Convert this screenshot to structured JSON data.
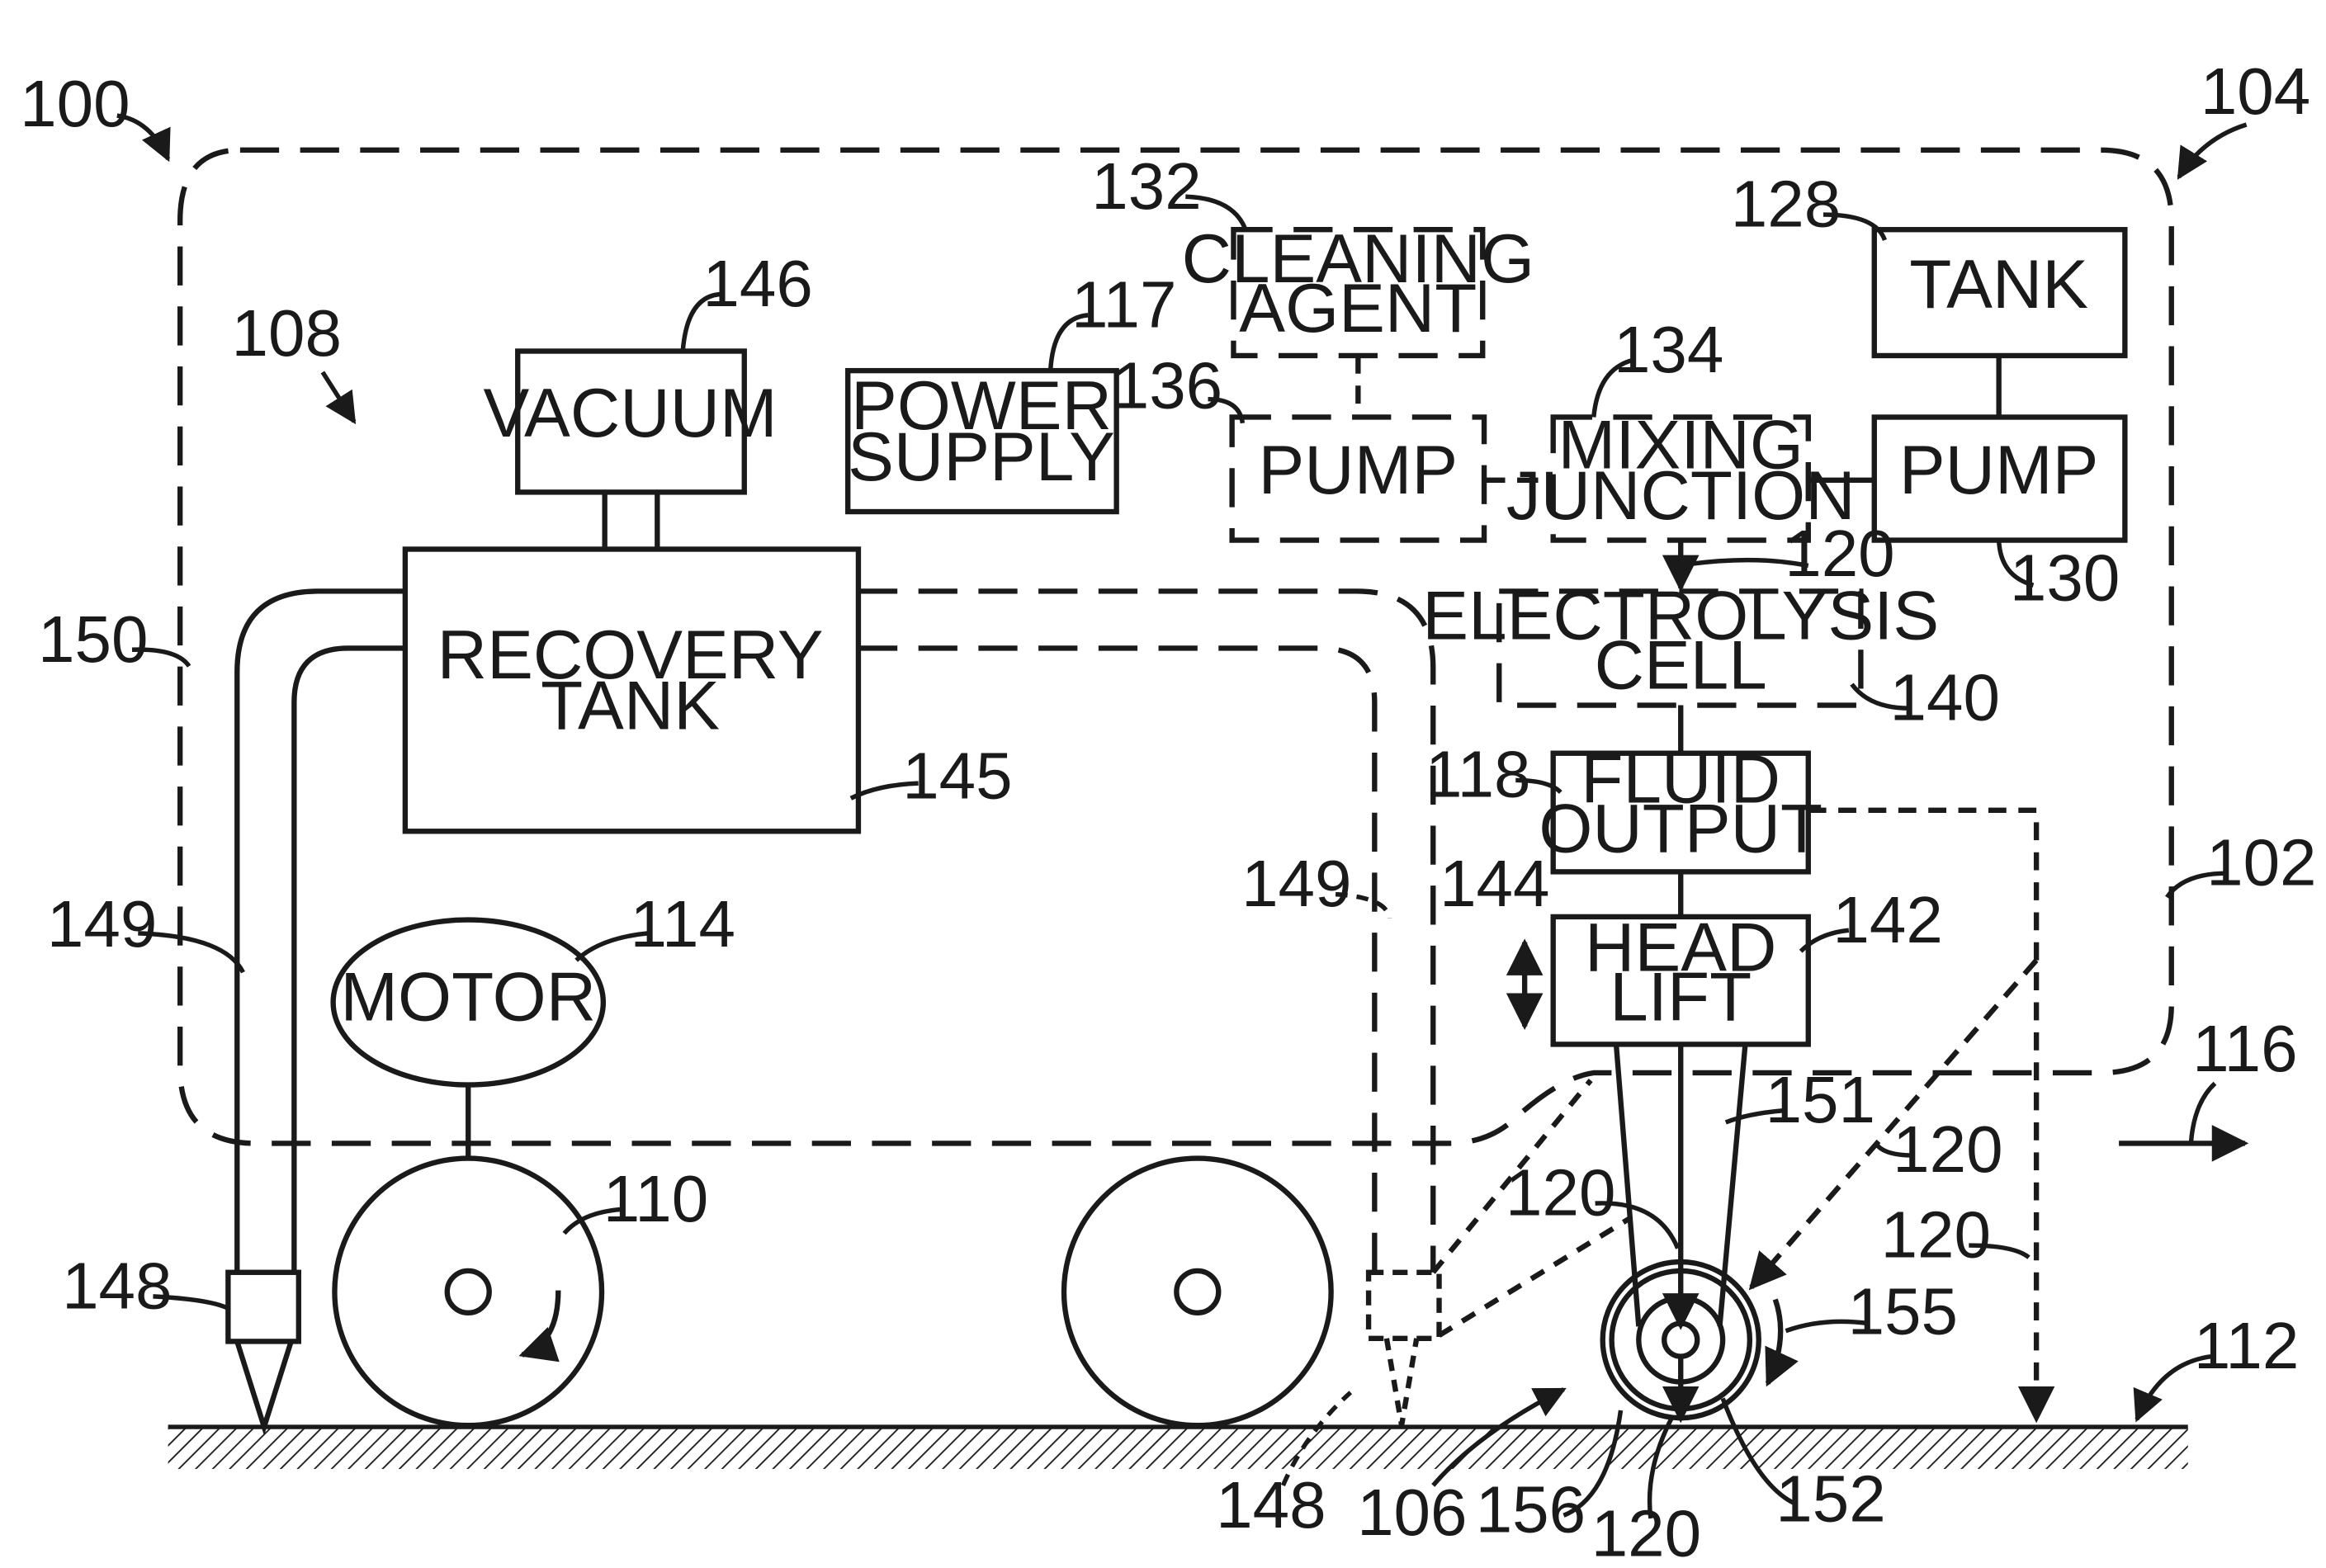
{
  "boxes": {
    "vacuum": "VACUUM",
    "power_supply": [
      "POWER",
      "SUPPLY"
    ],
    "cleaning_agent": [
      "CLEANING",
      "AGENT"
    ],
    "pump_agent": "PUMP",
    "mixing_junction": [
      "MIXING",
      "JUNCTION"
    ],
    "tank": "TANK",
    "pump_tank": "PUMP",
    "electrolysis_cell": [
      "ELECTROLYSIS",
      "CELL"
    ],
    "recovery_tank": [
      "RECOVERY",
      "TANK"
    ],
    "fluid_output": [
      "FLUID",
      "OUTPUT"
    ],
    "head_lift": [
      "HEAD",
      "LIFT"
    ],
    "motor": "MOTOR"
  },
  "refs": {
    "r100": "100",
    "r104": "104",
    "r108": "108",
    "r146": "146",
    "r117": "117",
    "r132": "132",
    "r136": "136",
    "r134": "134",
    "r128": "128",
    "r130": "130",
    "r120_cell": "120",
    "r140": "140",
    "r150": "150",
    "r145": "145",
    "r118": "118",
    "r149_left": "149",
    "r149_mid": "149",
    "r144": "144",
    "r142": "142",
    "r102": "102",
    "r114": "114",
    "r116": "116",
    "r151": "151",
    "r120_right": "120",
    "r120_head": "120",
    "r120_far": "120",
    "r110": "110",
    "r155": "155",
    "r148_left": "148",
    "r112": "112",
    "r148_bottom": "148",
    "r106": "106",
    "r156": "156",
    "r120_bottom": "120",
    "r152": "152"
  }
}
